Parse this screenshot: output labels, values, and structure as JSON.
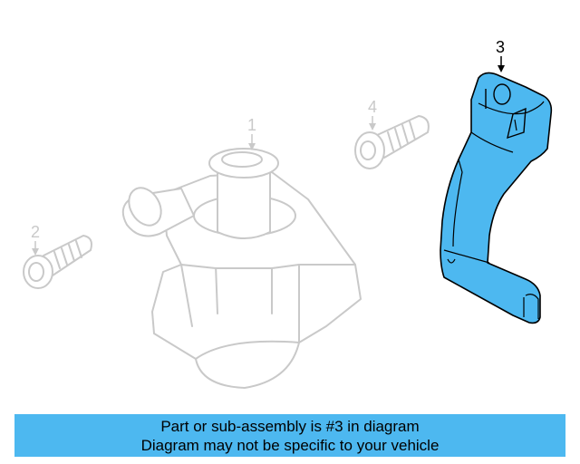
{
  "callouts": {
    "part1": "1",
    "part2": "2",
    "part3": "3",
    "part4": "4"
  },
  "banner": {
    "line1": "Part or sub-assembly is #3 in diagram",
    "line2": "Diagram may not be specific to your vehicle"
  },
  "colors": {
    "highlight": "#4db8f0",
    "ghost": "#c9c9c9"
  }
}
